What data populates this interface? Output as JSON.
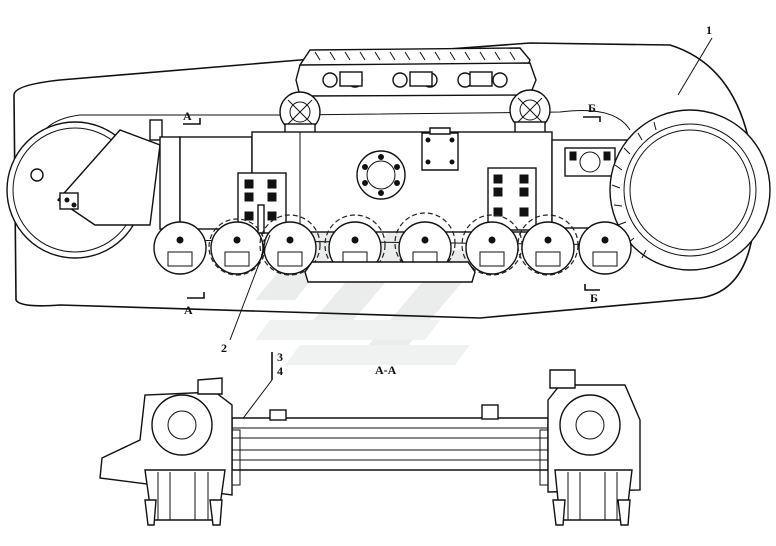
{
  "callouts": {
    "c1": "1",
    "c2": "2",
    "c3": "3",
    "c4": "4"
  },
  "section_marks": {
    "a_top": "А",
    "a_bottom": "А",
    "b_top": "Б",
    "b_bottom": "Б"
  },
  "section_view_title": "А-А",
  "colors": {
    "line": "#111111",
    "watermark": "#dfe6e1"
  }
}
